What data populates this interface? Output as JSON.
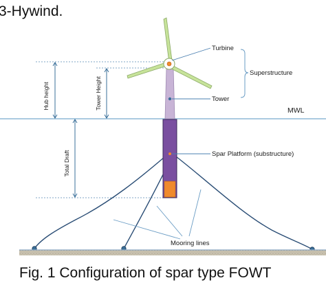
{
  "header_fragment": "3-Hywind.",
  "labels": {
    "turbine": "Turbine",
    "tower": "Tower",
    "superstructure": "Superstructure",
    "mwl": "MWL",
    "spar": "Spar Platform (substructure)",
    "mooring": "Mooring lines",
    "hub_height": "Hub height",
    "tower_height": "Tower Height",
    "total_draft": "Total Draft"
  },
  "caption": "Fig. 1 Configuration of spar type FOWT",
  "colors": {
    "blade": "#c7e39a",
    "tower": "#c8b4d6",
    "spar": "#7a4fa0",
    "ballast": "#f08a2c",
    "waterline": "#8db9d6",
    "dimension": "#3a6f99",
    "seabed_top": "#8da9c4",
    "seabed_fill": "#c9c2b0"
  }
}
